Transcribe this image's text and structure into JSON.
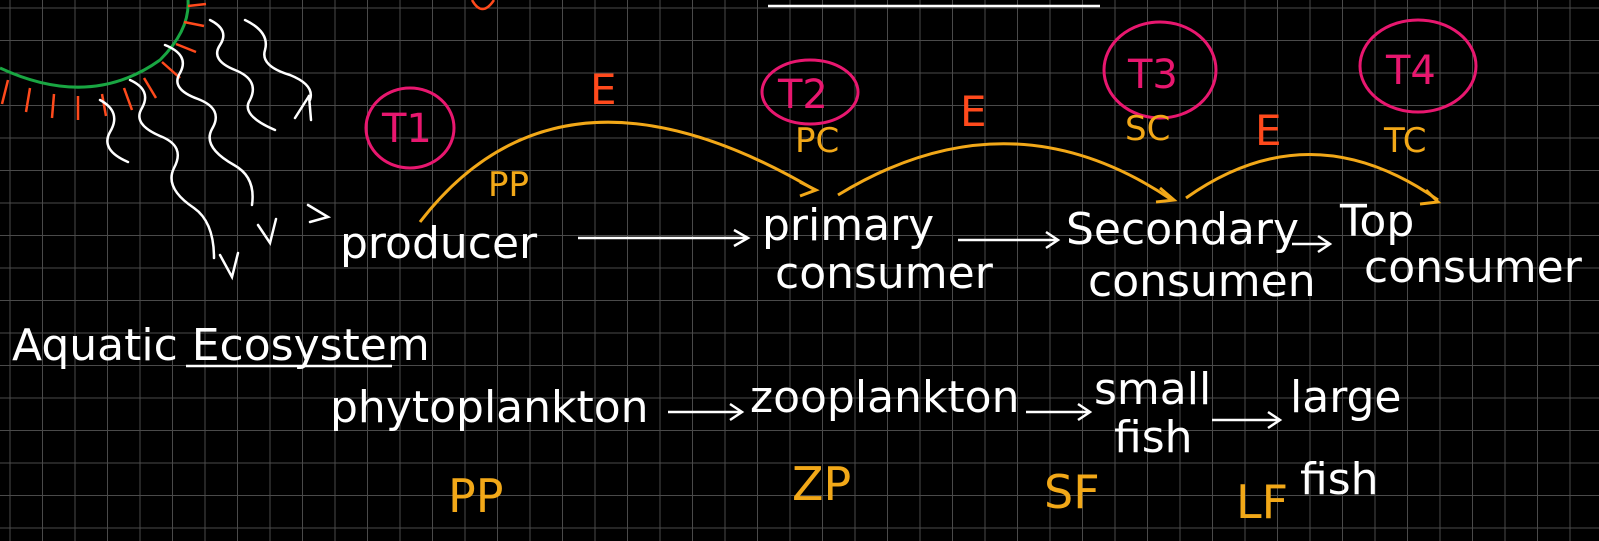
{
  "colors": {
    "background": "#000000",
    "grid": "#4a4a4a",
    "ink_white": "#ffffff",
    "ink_magenta": "#e8176f",
    "ink_orange_red": "#ff4a1c",
    "ink_yellow": "#f2a818",
    "sun_green": "#19a642",
    "sun_rays": "#ff4a1c"
  },
  "trophic_levels": [
    "T1",
    "T2",
    "T3",
    "T4"
  ],
  "terrestrial_chain": {
    "producer": "producer",
    "primary": "primary",
    "primary_sub": "consumer",
    "secondary": "Secondary",
    "secondary_sub": "consumen",
    "top": "Top",
    "top_sub": "consumer"
  },
  "chain_abbr": {
    "pp": "PP",
    "pc": "PC",
    "sc": "SC",
    "tc": "TC"
  },
  "energy_label": "E",
  "aquatic": {
    "heading": "Aquatic Ecosystem",
    "phytoplankton": "phytoplankton",
    "zooplankton": "zooplankton",
    "small": "small",
    "small_sub": "fish",
    "large": "large",
    "large_sub": "fish"
  },
  "aquatic_abbr": {
    "pp": "PP",
    "zp": "ZP",
    "sf": "SF",
    "lf": "LF"
  }
}
